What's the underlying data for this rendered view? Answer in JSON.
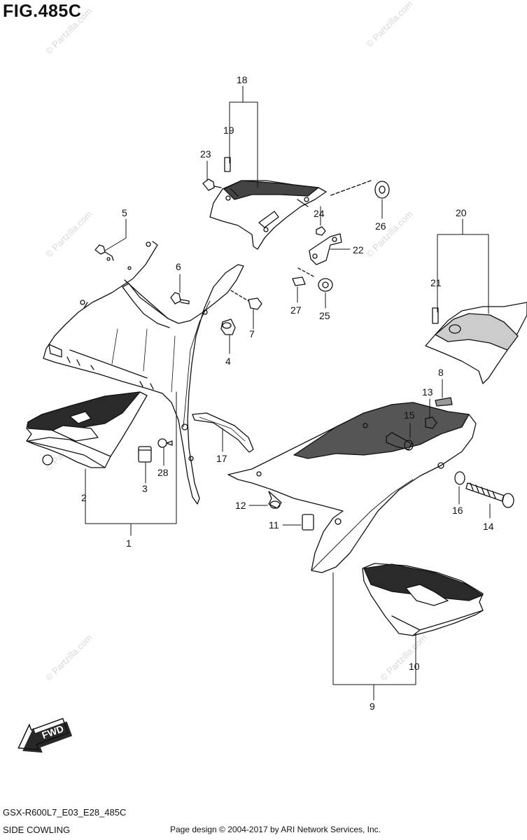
{
  "figure": {
    "title": "FIG.485C"
  },
  "parts": [
    {
      "id": "1",
      "label": "1"
    },
    {
      "id": "2",
      "label": "2"
    },
    {
      "id": "3",
      "label": "3"
    },
    {
      "id": "4",
      "label": "4"
    },
    {
      "id": "5",
      "label": "5"
    },
    {
      "id": "6",
      "label": "6"
    },
    {
      "id": "7",
      "label": "7"
    },
    {
      "id": "8",
      "label": "8"
    },
    {
      "id": "9",
      "label": "9"
    },
    {
      "id": "10",
      "label": "10"
    },
    {
      "id": "11",
      "label": "11"
    },
    {
      "id": "12",
      "label": "12"
    },
    {
      "id": "13",
      "label": "13"
    },
    {
      "id": "14",
      "label": "14"
    },
    {
      "id": "15",
      "label": "15"
    },
    {
      "id": "16",
      "label": "16"
    },
    {
      "id": "17",
      "label": "17"
    },
    {
      "id": "18",
      "label": "18"
    },
    {
      "id": "19",
      "label": "19"
    },
    {
      "id": "20",
      "label": "20"
    },
    {
      "id": "21",
      "label": "21"
    },
    {
      "id": "22",
      "label": "22"
    },
    {
      "id": "23",
      "label": "23"
    },
    {
      "id": "24",
      "label": "24"
    },
    {
      "id": "25",
      "label": "25"
    },
    {
      "id": "26",
      "label": "26"
    },
    {
      "id": "27",
      "label": "27"
    },
    {
      "id": "28",
      "label": "28"
    }
  ],
  "direction_marker": {
    "label": "FWD",
    "icon": "forward-arrow-icon"
  },
  "watermark": {
    "text": "© Partzilla.com"
  },
  "footer": {
    "model_code": "GSX-R600L7_E03_E28_485C",
    "section_name": "SIDE COWLING",
    "copyright": "Page design © 2004-2017 by ARI Network Services, Inc."
  },
  "colors": {
    "line": "#111111",
    "fill_dark": "#333333",
    "background": "#ffffff"
  }
}
